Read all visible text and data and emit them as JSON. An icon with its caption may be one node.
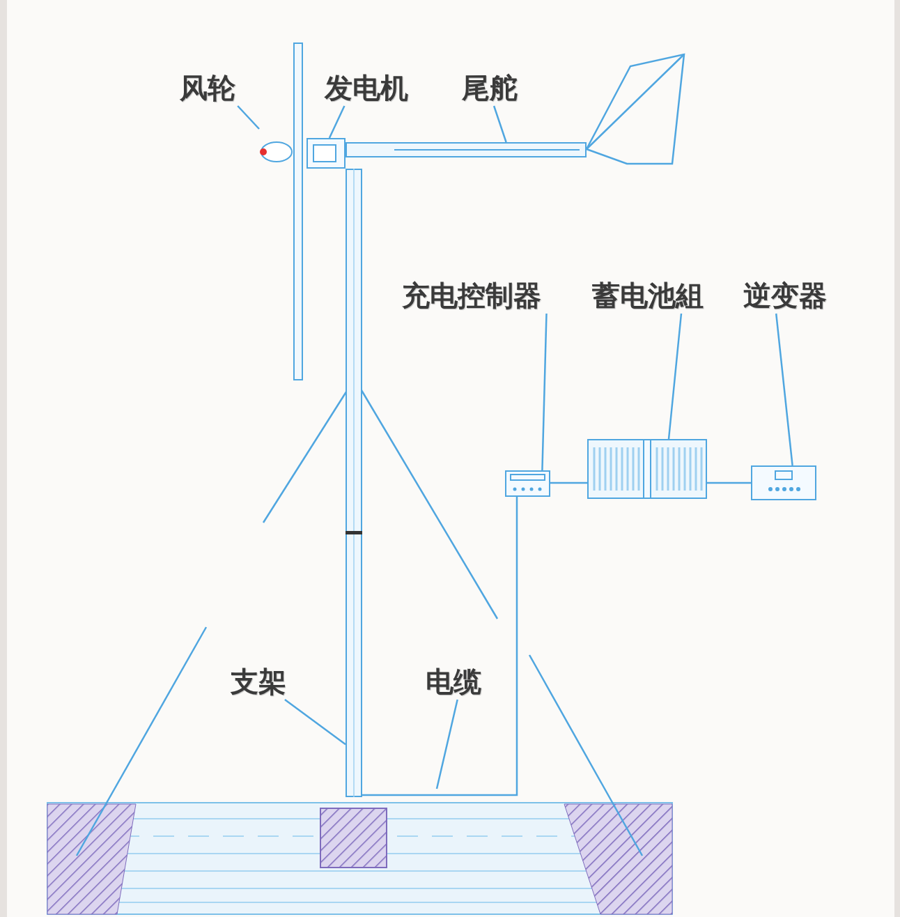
{
  "diagram": {
    "nodes": [
      {
        "text": [
          "风轮"
        ]
      },
      {
        "text": [
          "发电机"
        ]
      },
      {
        "text": [
          "尾舵"
        ]
      },
      {
        "text": [],
        "shape": "picture"
      },
      {
        "text": [],
        "shape": "box"
      },
      {
        "text": [],
        "shape": "bar"
      },
      {
        "text": [
          "充电控制器"
        ]
      },
      {
        "text": [
          "蓄电池組"
        ]
      },
      {
        "text": [
          "逆变器"
        ]
      },
      {
        "text": [],
        "shape": "box"
      },
      {
        "text": [],
        "shape": "box"
      },
      {
        "text": [],
        "shape": "box"
      },
      {
        "text": [
          "支架"
        ]
      },
      {
        "text": [
          "电缆"
        ]
      },
      {
        "text": [],
        "shape": "bar"
      }
    ],
    "edges": [
      {
        "from": 0,
        "to": 3,
        "arrow": "none"
      },
      {
        "from": 1,
        "to": 4,
        "arrow": "none"
      },
      {
        "from": 2,
        "to": 5,
        "arrow": "none"
      },
      {
        "from": 6,
        "to": 9,
        "arrow": "none"
      },
      {
        "from": 7,
        "to": 10,
        "arrow": "none"
      },
      {
        "from": 8,
        "to": 11,
        "arrow": "none"
      },
      {
        "from": 12,
        "to": 14,
        "arrow": "none"
      },
      {
        "from": 13,
        "to": null,
        "arrow": "none"
      },
      {
        "from": 14,
        "to": 9,
        "arrow": "none"
      },
      {
        "from": 9,
        "to": 10,
        "arrow": "none"
      },
      {
        "from": 10,
        "to": 11,
        "arrow": "none"
      }
    ]
  }
}
